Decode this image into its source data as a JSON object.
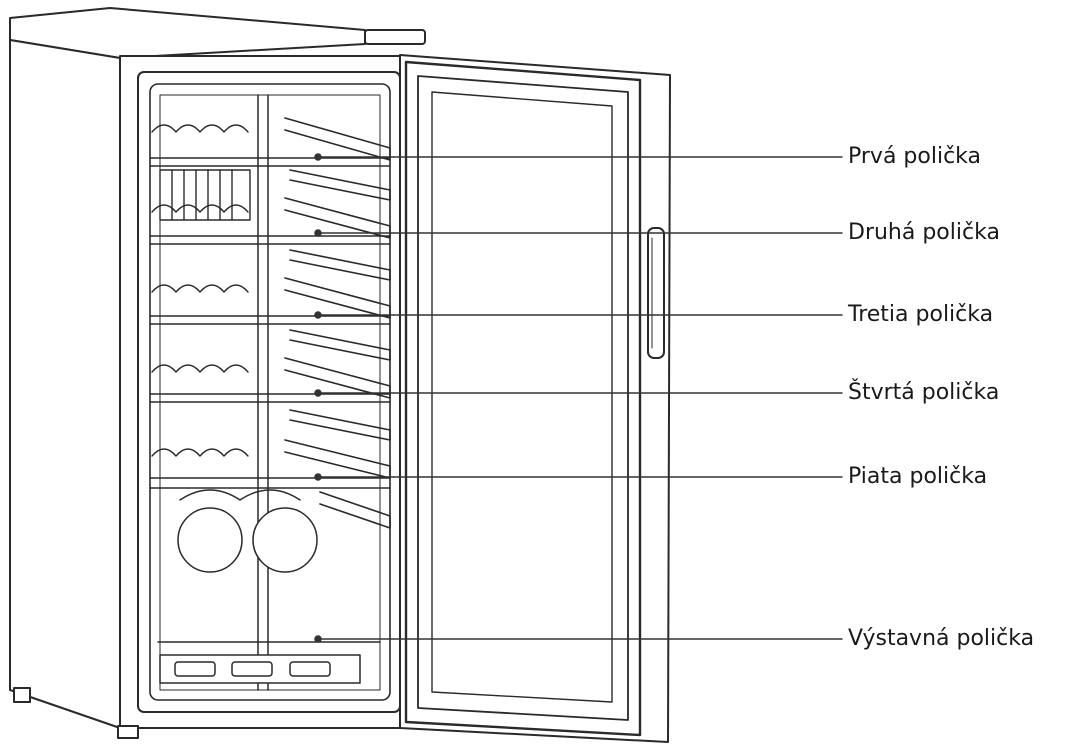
{
  "diagram": {
    "callouts": [
      {
        "id": "shelf-1",
        "label": "Prvá polička"
      },
      {
        "id": "shelf-2",
        "label": "Druhá polička"
      },
      {
        "id": "shelf-3",
        "label": "Tretia polička"
      },
      {
        "id": "shelf-4",
        "label": "Štvrtá polička"
      },
      {
        "id": "shelf-5",
        "label": "Piata polička"
      },
      {
        "id": "display-shelf",
        "label": "Výstavná polička"
      }
    ],
    "colors": {
      "line": "#2a2a2a",
      "background": "#ffffff"
    }
  }
}
